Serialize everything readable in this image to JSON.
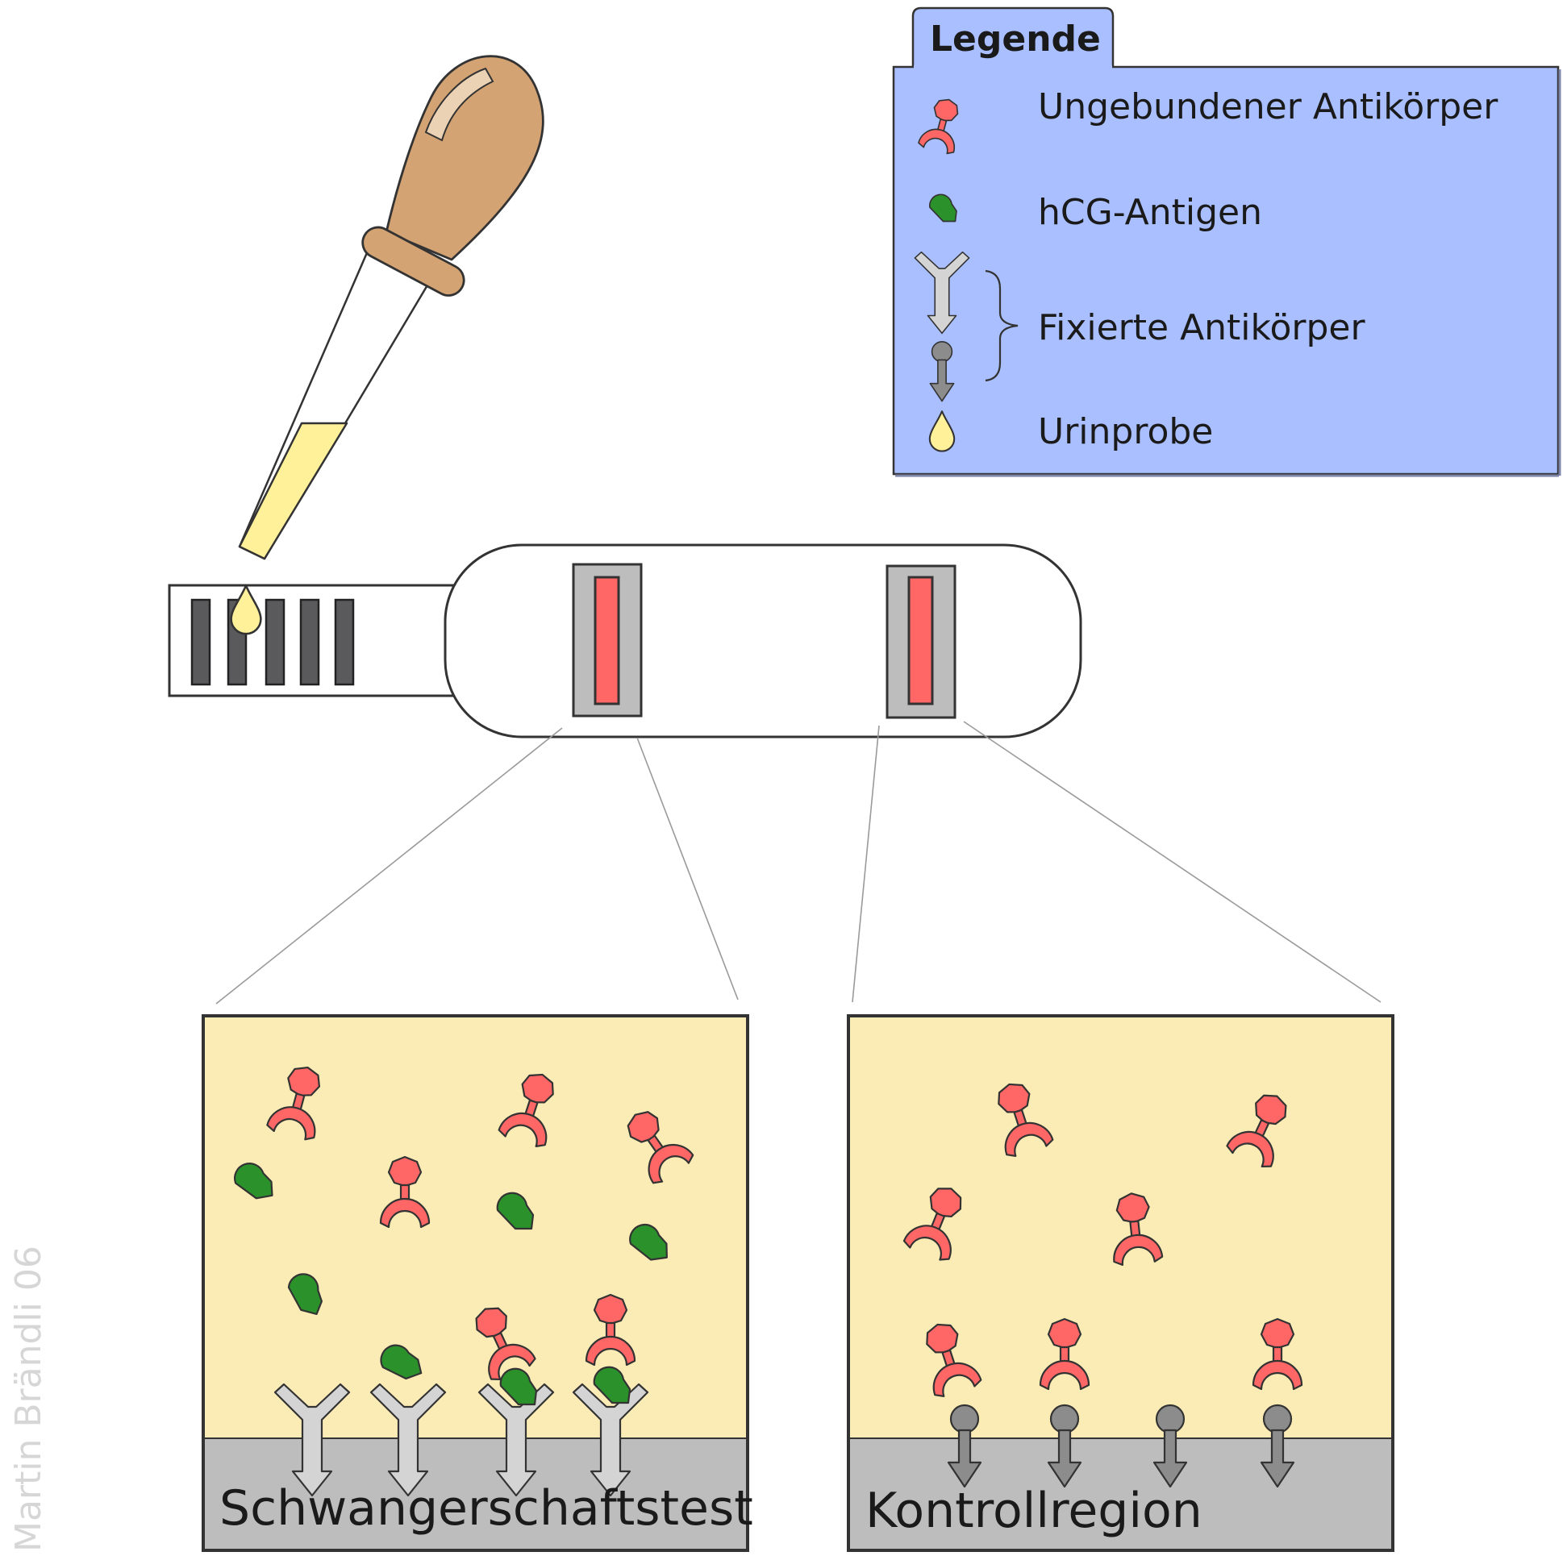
{
  "legend": {
    "title": "Legende",
    "items": {
      "unbound_antibody": "Ungebundener Antikörper",
      "hcg_antigen": "hCG-Antigen",
      "fixed_antibodies": "Fixierte Antikörper",
      "urine_sample": "Urinprobe"
    }
  },
  "panels": {
    "test": {
      "label": "Schwangerschaftstest"
    },
    "control": {
      "label": "Kontrollregion"
    }
  },
  "credit": "Martin Brändli 06",
  "colors": {
    "legend_bg": "#aabfff",
    "antibody_red": "#ff6666",
    "antigen_green": "#2b922b",
    "fixed_light": "#d4d4d4",
    "fixed_dark": "#8c8c8c",
    "urine_yellow": "#fff09a",
    "panel_bg": "#fbebb5",
    "panel_base": "#bdbdbd",
    "strip_bar": "#5a5a5d",
    "pipette_bulb": "#d4a373"
  }
}
